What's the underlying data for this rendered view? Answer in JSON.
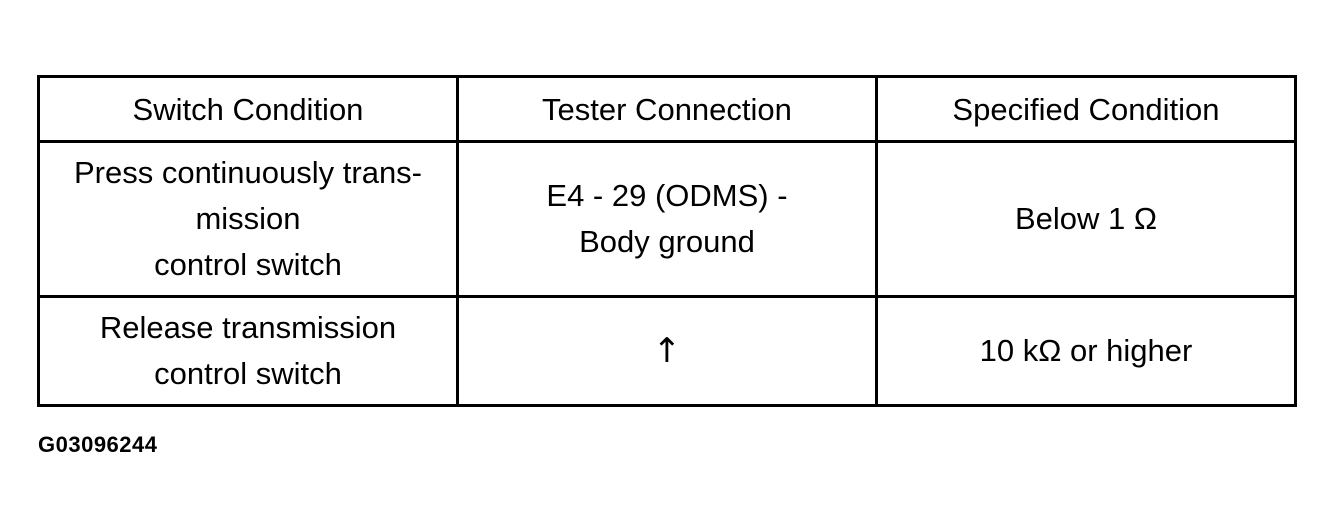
{
  "table": {
    "headers": {
      "switch_condition": "Switch Condition",
      "tester_connection": "Tester Connection",
      "specified_condition": "Specified Condition"
    },
    "rows": [
      {
        "switch_condition": "Press continuously trans-\nmission\ncontrol switch",
        "tester_connection": "E4 - 29 (ODMS) -\nBody ground",
        "specified_condition": "Below 1 Ω"
      },
      {
        "switch_condition": "Release transmission\ncontrol switch",
        "tester_connection": "↑",
        "specified_condition": "10 kΩ or higher"
      }
    ]
  },
  "figure_id": "G03096244"
}
